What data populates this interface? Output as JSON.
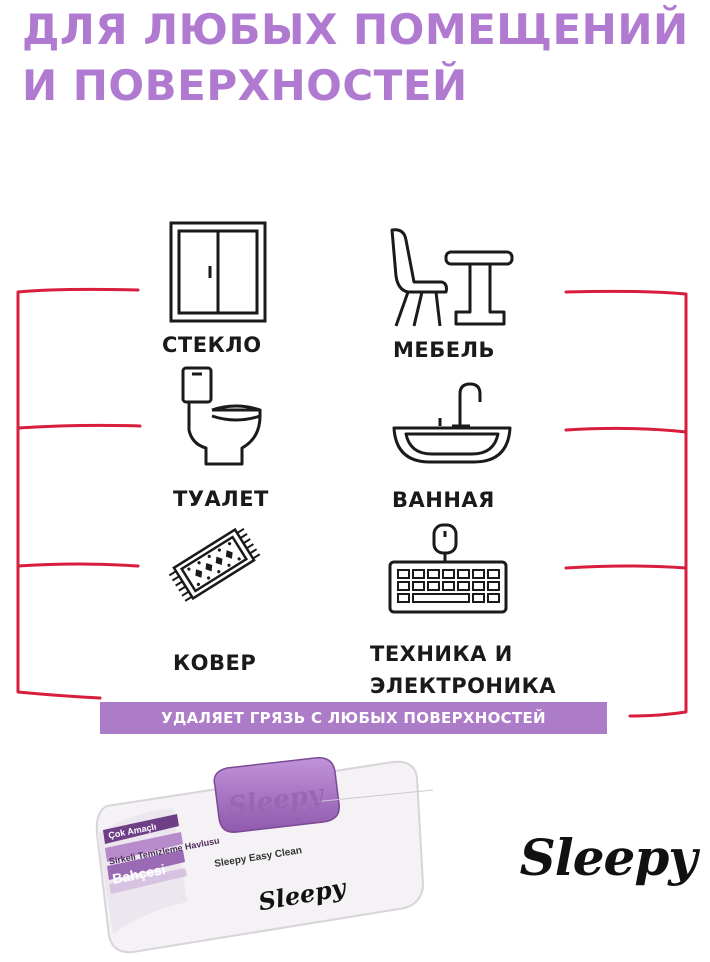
{
  "headline": {
    "line1": "ДЛЯ ЛЮБЫХ ПОМЕЩЕНИЙ",
    "line2": "И ПОВЕРХНОСТЕЙ"
  },
  "surfaces": {
    "glass": {
      "label": "СТЕКЛО",
      "icon": "window-icon"
    },
    "furniture": {
      "label": "МЕБЕЛЬ",
      "icon": "chair-table-icon"
    },
    "toilet": {
      "label": "ТУАЛЕТ",
      "icon": "toilet-icon"
    },
    "bath": {
      "label": "ВАННАЯ",
      "icon": "sink-icon"
    },
    "carpet": {
      "label": "КОВЕР",
      "icon": "carpet-icon"
    },
    "tech": {
      "label_line1": "ТЕХНИКА И",
      "label_line2": "ЭЛЕКТРОНИКА",
      "icon": "keyboard-mouse-icon"
    }
  },
  "banner": "УДАЛЯЕТ ГРЯЗЬ С ЛЮБЫХ ПОВЕРХНОСТЕЙ",
  "package": {
    "lid_brand": "Sleepy",
    "front_brand": "Sleepy",
    "product_line": "Sleepy Easy Clean",
    "side_text_1": "Çok Amaçlı",
    "side_text_2": "Sirkeli Temizleme Havlusu",
    "side_text_3": "Bahçesi"
  },
  "brand_logo": "Sleepy",
  "colors": {
    "headline": "#b07ad0",
    "bracket": "#d81e3c",
    "banner_bg": "#ad7cc9",
    "lid": "#a774c2"
  }
}
